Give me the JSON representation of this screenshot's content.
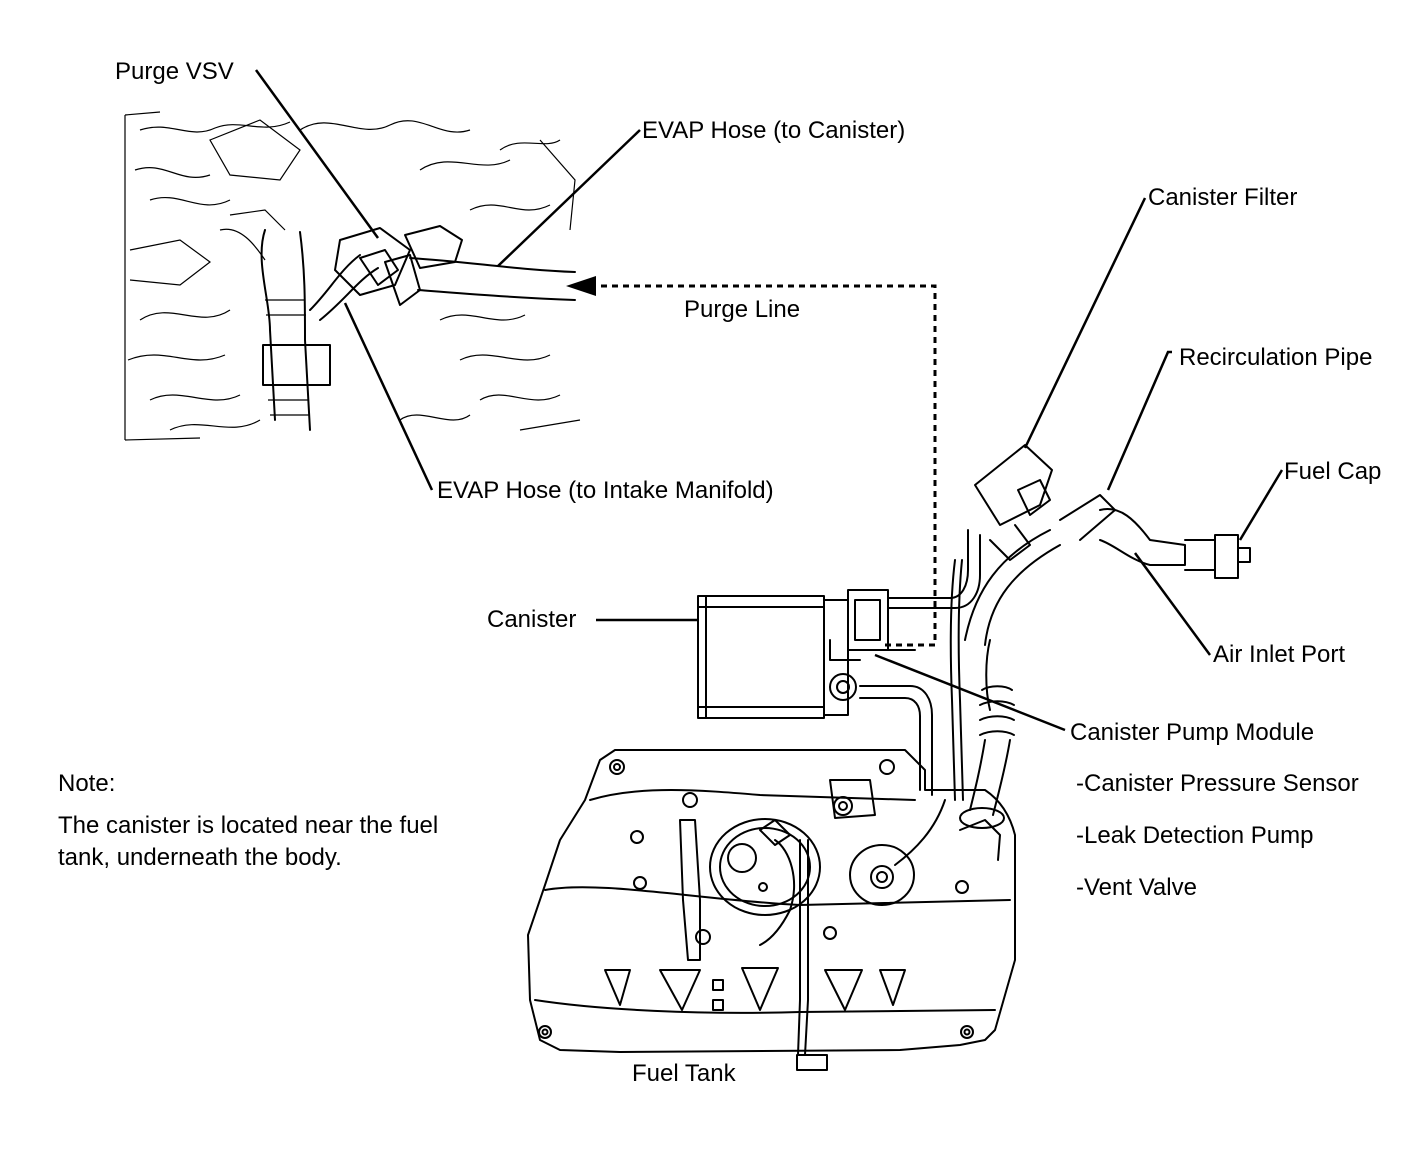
{
  "labels": {
    "purge_vsv": "Purge VSV",
    "evap_hose_canister": "EVAP Hose (to Canister)",
    "purge_line": "Purge Line",
    "evap_hose_intake": "EVAP Hose (to Intake Manifold)",
    "canister_filter": "Canister Filter",
    "recirculation_pipe": "Recirculation Pipe",
    "fuel_cap": "Fuel Cap",
    "canister": "Canister",
    "air_inlet_port": "Air Inlet Port",
    "canister_pump_module": "Canister Pump Module",
    "canister_pressure_sensor": "-Canister Pressure Sensor",
    "leak_detection_pump": "-Leak Detection Pump",
    "vent_valve": "-Vent Valve",
    "fuel_tank": "Fuel Tank"
  },
  "note": {
    "heading": "Note:",
    "line1": "The canister is located near the fuel",
    "line2": "tank, underneath the body."
  },
  "colors": {
    "ink": "#000000",
    "paper": "#ffffff"
  }
}
